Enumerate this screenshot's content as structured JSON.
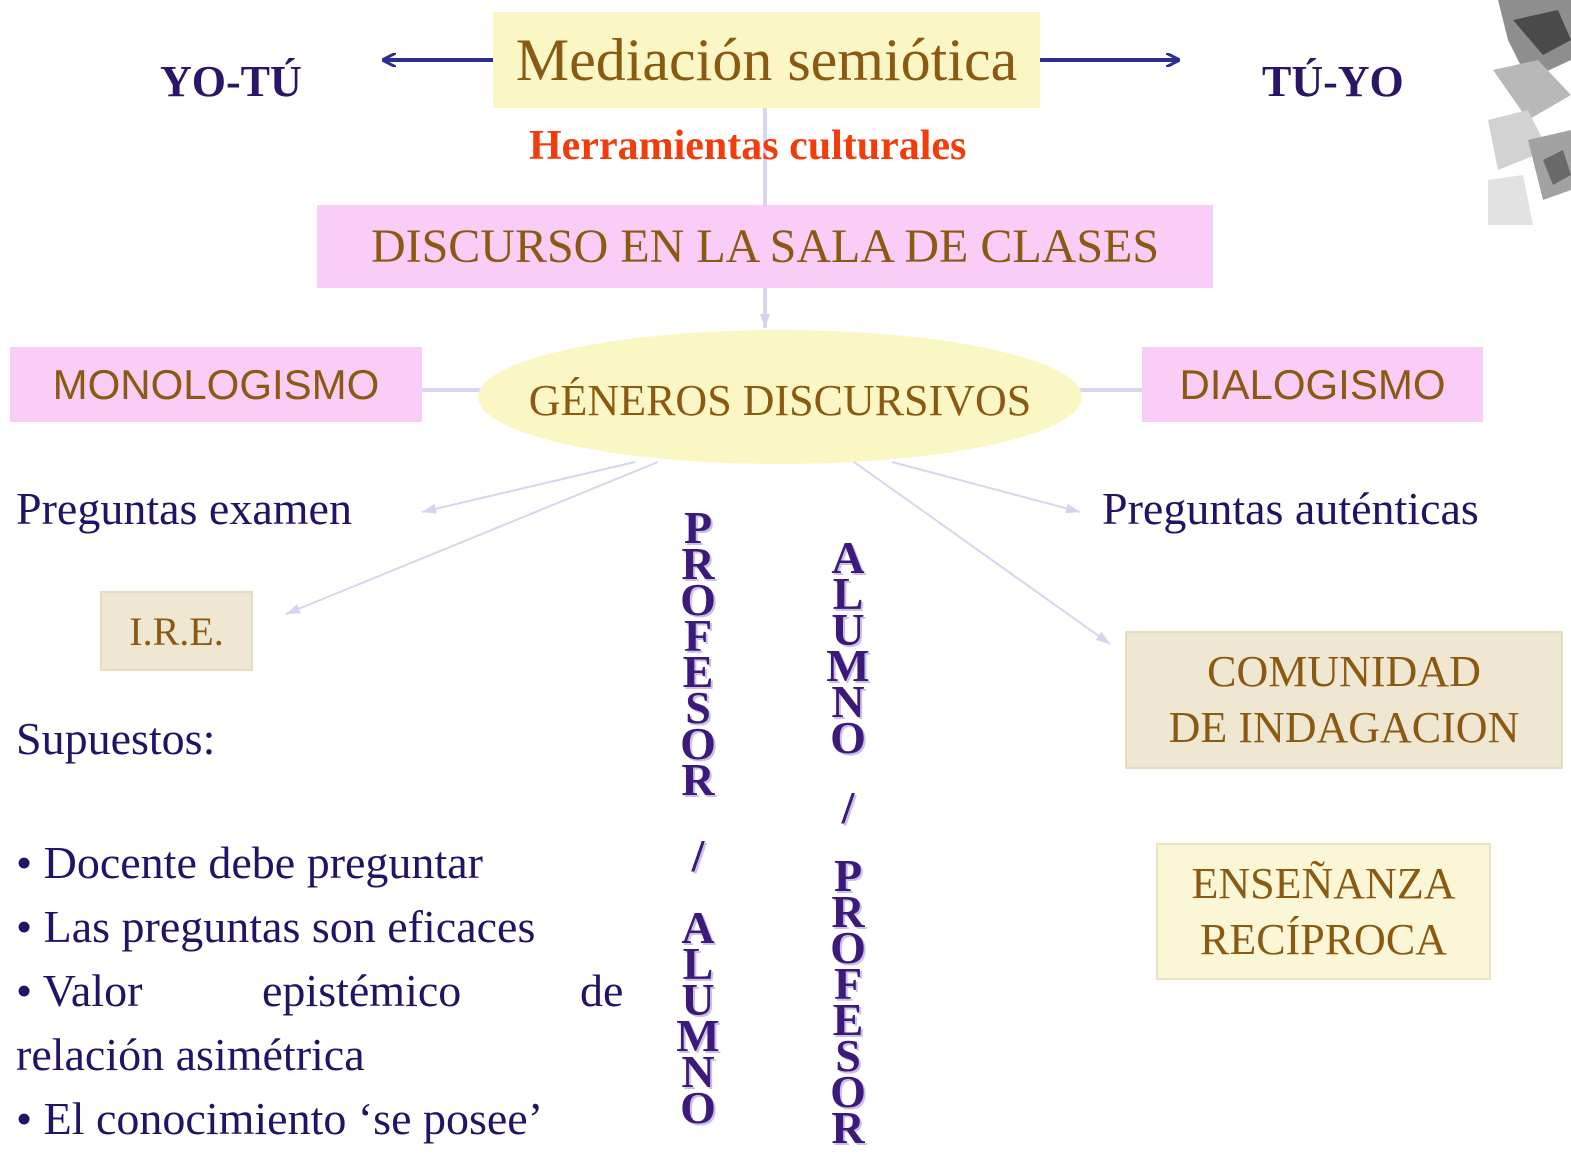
{
  "top": {
    "left_label": "YO-TÚ",
    "right_label": "TÚ-YO",
    "title": "Mediación semiótica",
    "subtitle": "Herramientas culturales"
  },
  "discourse_box": "DISCURSO EN LA SALA DE CLASES",
  "center_ellipse": "GÉNEROS DISCURSIVOS",
  "left_box": "MONOLOGISMO",
  "right_box": "DIALOGISMO",
  "left_side": {
    "questions": "Preguntas examen",
    "ire": "I.R.E.",
    "assumptions_title": "Supuestos:",
    "bullets": [
      "• Docente debe preguntar",
      "• Las preguntas son eficaces",
      "• Valor",
      "epistémico",
      "de",
      "relación asimétrica",
      "• El conocimiento ‘se posee’"
    ]
  },
  "right_side": {
    "questions": "Preguntas auténticas",
    "community_line1": "COMUNIDAD",
    "community_line2": "DE INDAGACION",
    "teaching_line1": "ENSEÑANZA",
    "teaching_line2": "RECÍPROCA"
  },
  "vertical_left": [
    "P",
    "R",
    "O",
    "F",
    "E",
    "S",
    "O",
    "R",
    "/",
    "A",
    "L",
    "U",
    "M",
    "N",
    "O"
  ],
  "vertical_right": [
    "A",
    "L",
    "U",
    "M",
    "N",
    "O",
    "/",
    "P",
    "R",
    "O",
    "F",
    "E",
    "S",
    "O",
    "R"
  ],
  "colors": {
    "title_bg": "#fbf7c4",
    "pink_bg": "#f9cdf6",
    "ellipse_bg": "#fbf7c4",
    "gold_text": "#8a5a12",
    "navy_text": "#2a1566",
    "red_text": "#f23c0c",
    "arrow_blue": "#2b2f8f"
  }
}
